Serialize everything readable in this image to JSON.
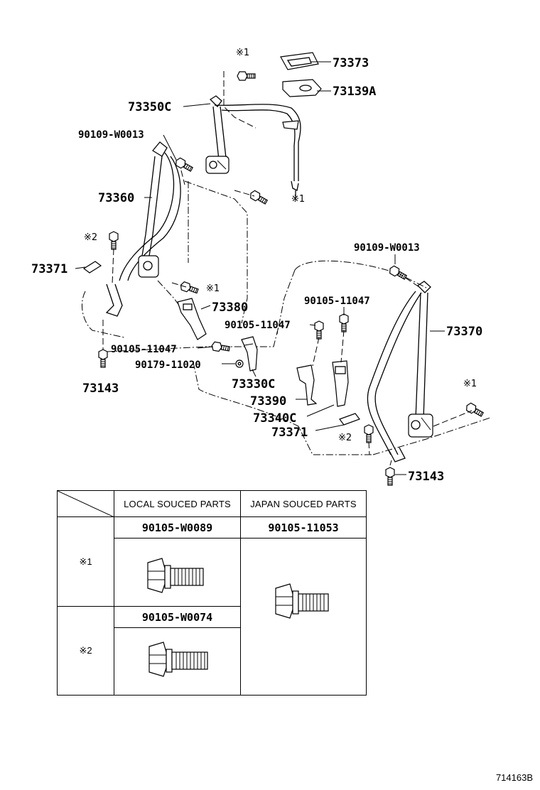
{
  "labels": {
    "p73373": "73373",
    "p73139a": "73139A",
    "p73350c": "73350C",
    "p90109_w0013_left": "90109-W0013",
    "p73360": "73360",
    "mark1_top": "※1",
    "mark1_mid": "※1",
    "mark2_left": "※2",
    "p73371_left": "73371",
    "mark1_buckle": "※1",
    "p73380": "73380",
    "p90105_11047_mid": "90105-11047",
    "p90105_11047_left": "90105-11047",
    "p90179_11020": "90179-11020",
    "p73330c": "73330C",
    "p73143_left": "73143",
    "p90109_w0013_right": "90109-W0013",
    "p90105_11047_right": "90105-11047",
    "p73370": "73370",
    "mark1_right": "※1",
    "p73390": "73390",
    "p73340c": "73340C",
    "p73371_right": "73371",
    "mark2_right": "※2",
    "p73143_right": "73143"
  },
  "table": {
    "header_local": "LOCAL SOUCED PARTS",
    "header_japan": "JAPAN SOUCED PARTS",
    "row1_mark": "※1",
    "row2_mark": "※2",
    "local_pn_1": "90105-W0089",
    "local_pn_2": "90105-W0074",
    "japan_pn": "90105-11053"
  },
  "reference_code": "714163B"
}
